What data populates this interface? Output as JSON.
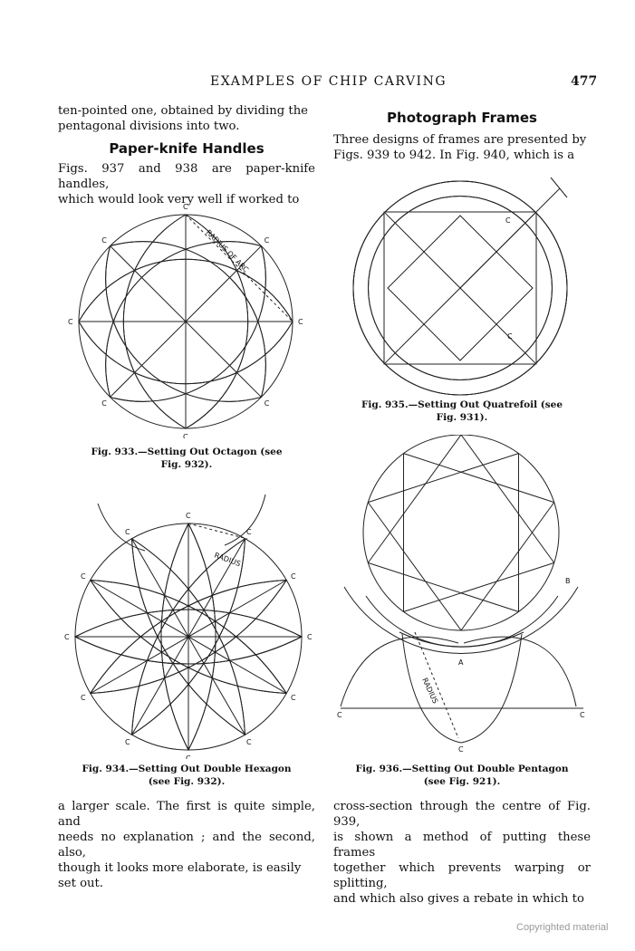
{
  "header": {
    "running_title": "EXAMPLES OF CHIP CARVING",
    "page_number": "477"
  },
  "left_column": {
    "intro_lines": [
      "ten-pointed one, obtained by dividing the",
      "pentagonal divisions into two."
    ],
    "heading": "Paper-knife Handles",
    "para_lines": [
      "Figs. 937 and 938 are paper-knife handles,",
      "which would look very well if worked to"
    ],
    "bottom_lines": [
      "a larger scale.   The first is quite simple, and",
      "needs no explanation ;  and the second, also,",
      "though it looks more elaborate, is easily",
      "set out."
    ]
  },
  "right_column": {
    "heading": "Photograph Frames",
    "para_lines": [
      "Three designs of frames are presented by",
      "Figs. 939 to 942.   In Fig. 940, which is a"
    ],
    "bottom_lines": [
      "cross-section through the centre of Fig. 939,",
      "is shown a method of putting these frames",
      "together which prevents warping or splitting,",
      "and which also gives a rebate in which to"
    ]
  },
  "figures": {
    "fig933": {
      "caption_lines": [
        "Fig. 933.—Setting Out Octagon (see",
        "Fig. 932)."
      ],
      "point_label": "C",
      "arc_label": "RADIUS OF ARC"
    },
    "fig934": {
      "caption_lines": [
        "Fig. 934.—Setting Out Double Hexagon",
        "(see Fig. 932)."
      ],
      "point_label": "C",
      "arc_label": "RADIUS"
    },
    "fig935": {
      "caption_lines": [
        "Fig. 935.—Setting Out Quatrefoil (see",
        "Fig. 931)."
      ],
      "point_label": "C"
    },
    "fig936": {
      "caption_lines": [
        "Fig. 936.—Setting Out Double Pentagon",
        "(see Fig. 921)."
      ],
      "point_label": "C",
      "label_a": "A",
      "label_b": "B",
      "arc_label": "RADIUS"
    }
  },
  "copyright": "Copyrighted material"
}
